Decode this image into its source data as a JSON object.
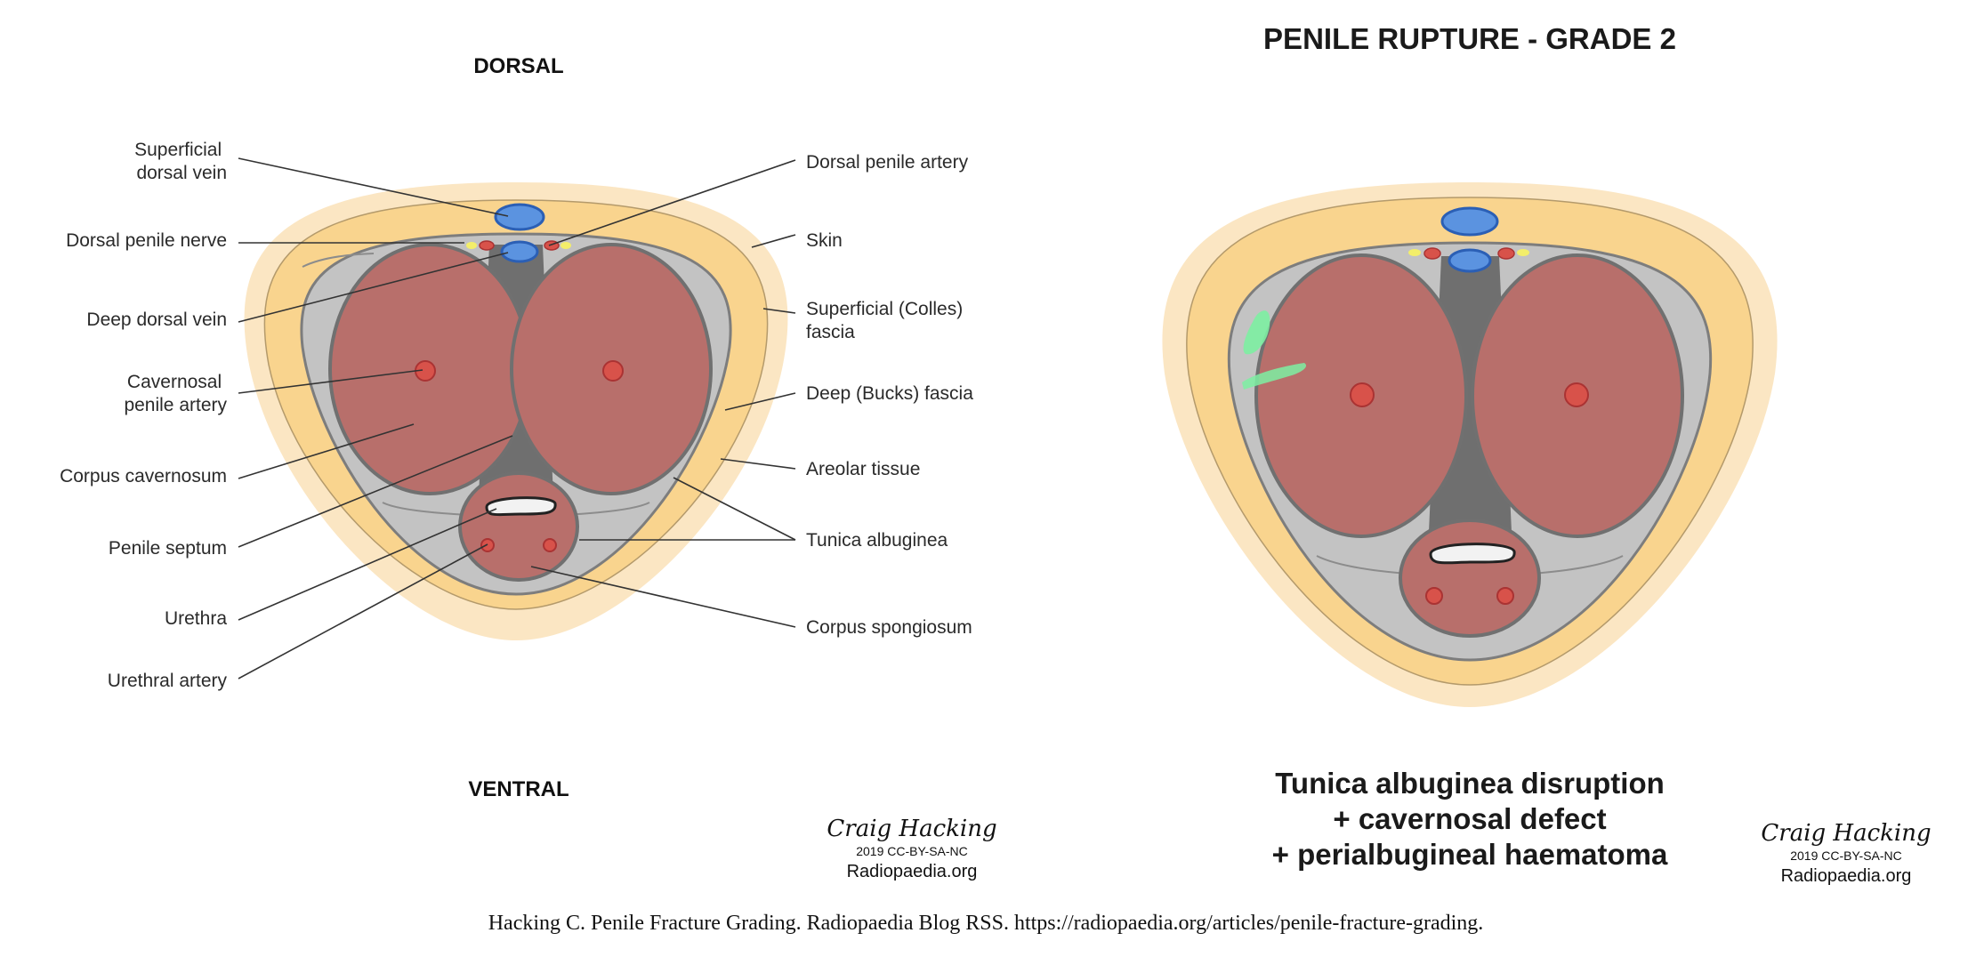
{
  "left_diagram": {
    "orientation_top": "DORSAL",
    "orientation_bottom": "VENTRAL",
    "labels_left": {
      "superficial_dorsal_vein": [
        "Superficial",
        "dorsal  vein"
      ],
      "dorsal_penile_nerve": "Dorsal penile nerve",
      "deep_dorsal_vein": "Deep dorsal vein",
      "cavernosal_penile_artery": [
        "Cavernosal",
        "penile artery"
      ],
      "corpus_cavernosum": "Corpus cavernosum",
      "penile_septum": "Penile septum",
      "urethra": "Urethra",
      "urethral_artery": "Urethral artery"
    },
    "labels_right": {
      "dorsal_penile_artery": "Dorsal penile artery",
      "skin": "Skin",
      "superficial_colles_fascia": [
        "Superficial (Colles)",
        "fascia"
      ],
      "deep_bucks_fascia": "Deep (Bucks) fascia",
      "areolar_tissue": "Areolar tissue",
      "tunica_albuginea": "Tunica albuginea",
      "corpus_spongiosum": "Corpus spongiosum"
    },
    "signature": {
      "author": "Craig Hacking",
      "license": "2019 CC-BY-SA-NC",
      "site": "Radiopaedia.org"
    }
  },
  "right_diagram": {
    "title": "PENILE RUPTURE - GRADE 2",
    "caption_lines": [
      "Tunica albuginea disruption",
      "+ cavernosal defect",
      "+ perialbugineal haematoma"
    ],
    "signature": {
      "author": "Craig Hacking",
      "license": "2019 CC-BY-SA-NC",
      "site": "Radiopaedia.org"
    }
  },
  "citation": "Hacking C. Penile Fracture Grading. Radiopaedia Blog RSS. https://radiopaedia.org/articles/penile-fracture-grading.",
  "colors": {
    "skin": "#fbe6c3",
    "colles_fascia": "#f9d48e",
    "bucks_fascia": "#c3c3c3",
    "tunica": "#7a7a7a",
    "cavernosum": "#b86f6b",
    "vein": "#5b93e0",
    "artery": "#d8524a",
    "nerve": "#f3ee6a",
    "haematoma": "#7df0a2"
  }
}
